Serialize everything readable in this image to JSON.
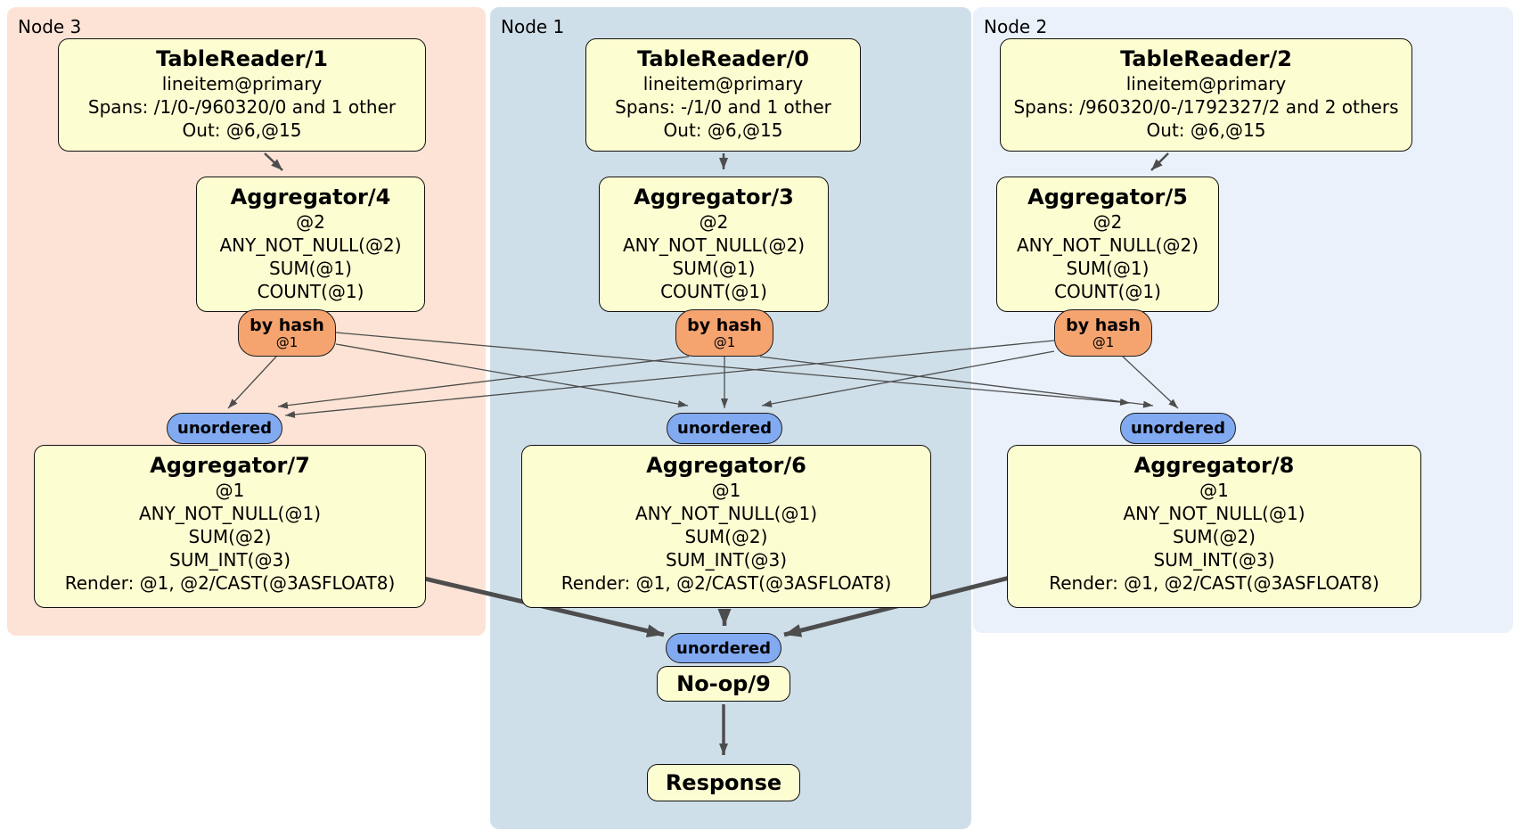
{
  "colors": {
    "panel-node3": "#fce3d5",
    "panel-node1": "#cfdfe9",
    "panel-node2": "#eaf1fb",
    "box-fill": "#fdfdd2",
    "box-border": "#111111",
    "hash-fill": "#f5a470",
    "unordered-fill": "#81aaf1",
    "edge": "#4d4d4d"
  },
  "panels": {
    "node3": {
      "label": "Node 3"
    },
    "node1": {
      "label": "Node 1"
    },
    "node2": {
      "label": "Node 2"
    }
  },
  "boxes": {
    "tr1": {
      "title": "TableReader/1",
      "lines": [
        "lineitem@primary",
        "Spans: /1/0-/960320/0 and 1 other",
        "Out: @6,@15"
      ]
    },
    "tr0": {
      "title": "TableReader/0",
      "lines": [
        "lineitem@primary",
        "Spans: -/1/0 and 1 other",
        "Out: @6,@15"
      ]
    },
    "tr2": {
      "title": "TableReader/2",
      "lines": [
        "lineitem@primary",
        "Spans: /960320/0-/1792327/2 and 2 others",
        "Out: @6,@15"
      ]
    },
    "agg4": {
      "title": "Aggregator/4",
      "lines": [
        "@2",
        "ANY_NOT_NULL(@2)",
        "SUM(@1)",
        "COUNT(@1)"
      ]
    },
    "agg3": {
      "title": "Aggregator/3",
      "lines": [
        "@2",
        "ANY_NOT_NULL(@2)",
        "SUM(@1)",
        "COUNT(@1)"
      ]
    },
    "agg5": {
      "title": "Aggregator/5",
      "lines": [
        "@2",
        "ANY_NOT_NULL(@2)",
        "SUM(@1)",
        "COUNT(@1)"
      ]
    },
    "agg7": {
      "title": "Aggregator/7",
      "lines": [
        "@1",
        "ANY_NOT_NULL(@1)",
        "SUM(@2)",
        "SUM_INT(@3)",
        "Render: @1, @2/CAST(@3ASFLOAT8)"
      ]
    },
    "agg6": {
      "title": "Aggregator/6",
      "lines": [
        "@1",
        "ANY_NOT_NULL(@1)",
        "SUM(@2)",
        "SUM_INT(@3)",
        "Render: @1, @2/CAST(@3ASFLOAT8)"
      ]
    },
    "agg8": {
      "title": "Aggregator/8",
      "lines": [
        "@1",
        "ANY_NOT_NULL(@1)",
        "SUM(@2)",
        "SUM_INT(@3)",
        "Render: @1, @2/CAST(@3ASFLOAT8)"
      ]
    },
    "noop": {
      "title": "No-op/9"
    },
    "response": {
      "title": "Response"
    }
  },
  "routers": {
    "hash4": {
      "label": "by hash",
      "sub": "@1"
    },
    "hash3": {
      "label": "by hash",
      "sub": "@1"
    },
    "hash5": {
      "label": "by hash",
      "sub": "@1"
    },
    "un7": {
      "label": "unordered"
    },
    "un6": {
      "label": "unordered"
    },
    "un8": {
      "label": "unordered"
    },
    "un9": {
      "label": "unordered"
    }
  },
  "edges": [
    {
      "from": "TableReader/1",
      "to": "Aggregator/4"
    },
    {
      "from": "TableReader/0",
      "to": "Aggregator/3"
    },
    {
      "from": "TableReader/2",
      "to": "Aggregator/5"
    },
    {
      "from": "by hash (Aggregator/4)",
      "to": "unordered (Aggregator/7)"
    },
    {
      "from": "by hash (Aggregator/4)",
      "to": "unordered (Aggregator/6)"
    },
    {
      "from": "by hash (Aggregator/4)",
      "to": "unordered (Aggregator/8)"
    },
    {
      "from": "by hash (Aggregator/3)",
      "to": "unordered (Aggregator/7)"
    },
    {
      "from": "by hash (Aggregator/3)",
      "to": "unordered (Aggregator/6)"
    },
    {
      "from": "by hash (Aggregator/3)",
      "to": "unordered (Aggregator/8)"
    },
    {
      "from": "by hash (Aggregator/5)",
      "to": "unordered (Aggregator/7)"
    },
    {
      "from": "by hash (Aggregator/5)",
      "to": "unordered (Aggregator/6)"
    },
    {
      "from": "by hash (Aggregator/5)",
      "to": "unordered (Aggregator/8)"
    },
    {
      "from": "Aggregator/7",
      "to": "unordered (No-op/9)"
    },
    {
      "from": "Aggregator/6",
      "to": "unordered (No-op/9)"
    },
    {
      "from": "Aggregator/8",
      "to": "unordered (No-op/9)"
    },
    {
      "from": "No-op/9",
      "to": "Response"
    }
  ]
}
